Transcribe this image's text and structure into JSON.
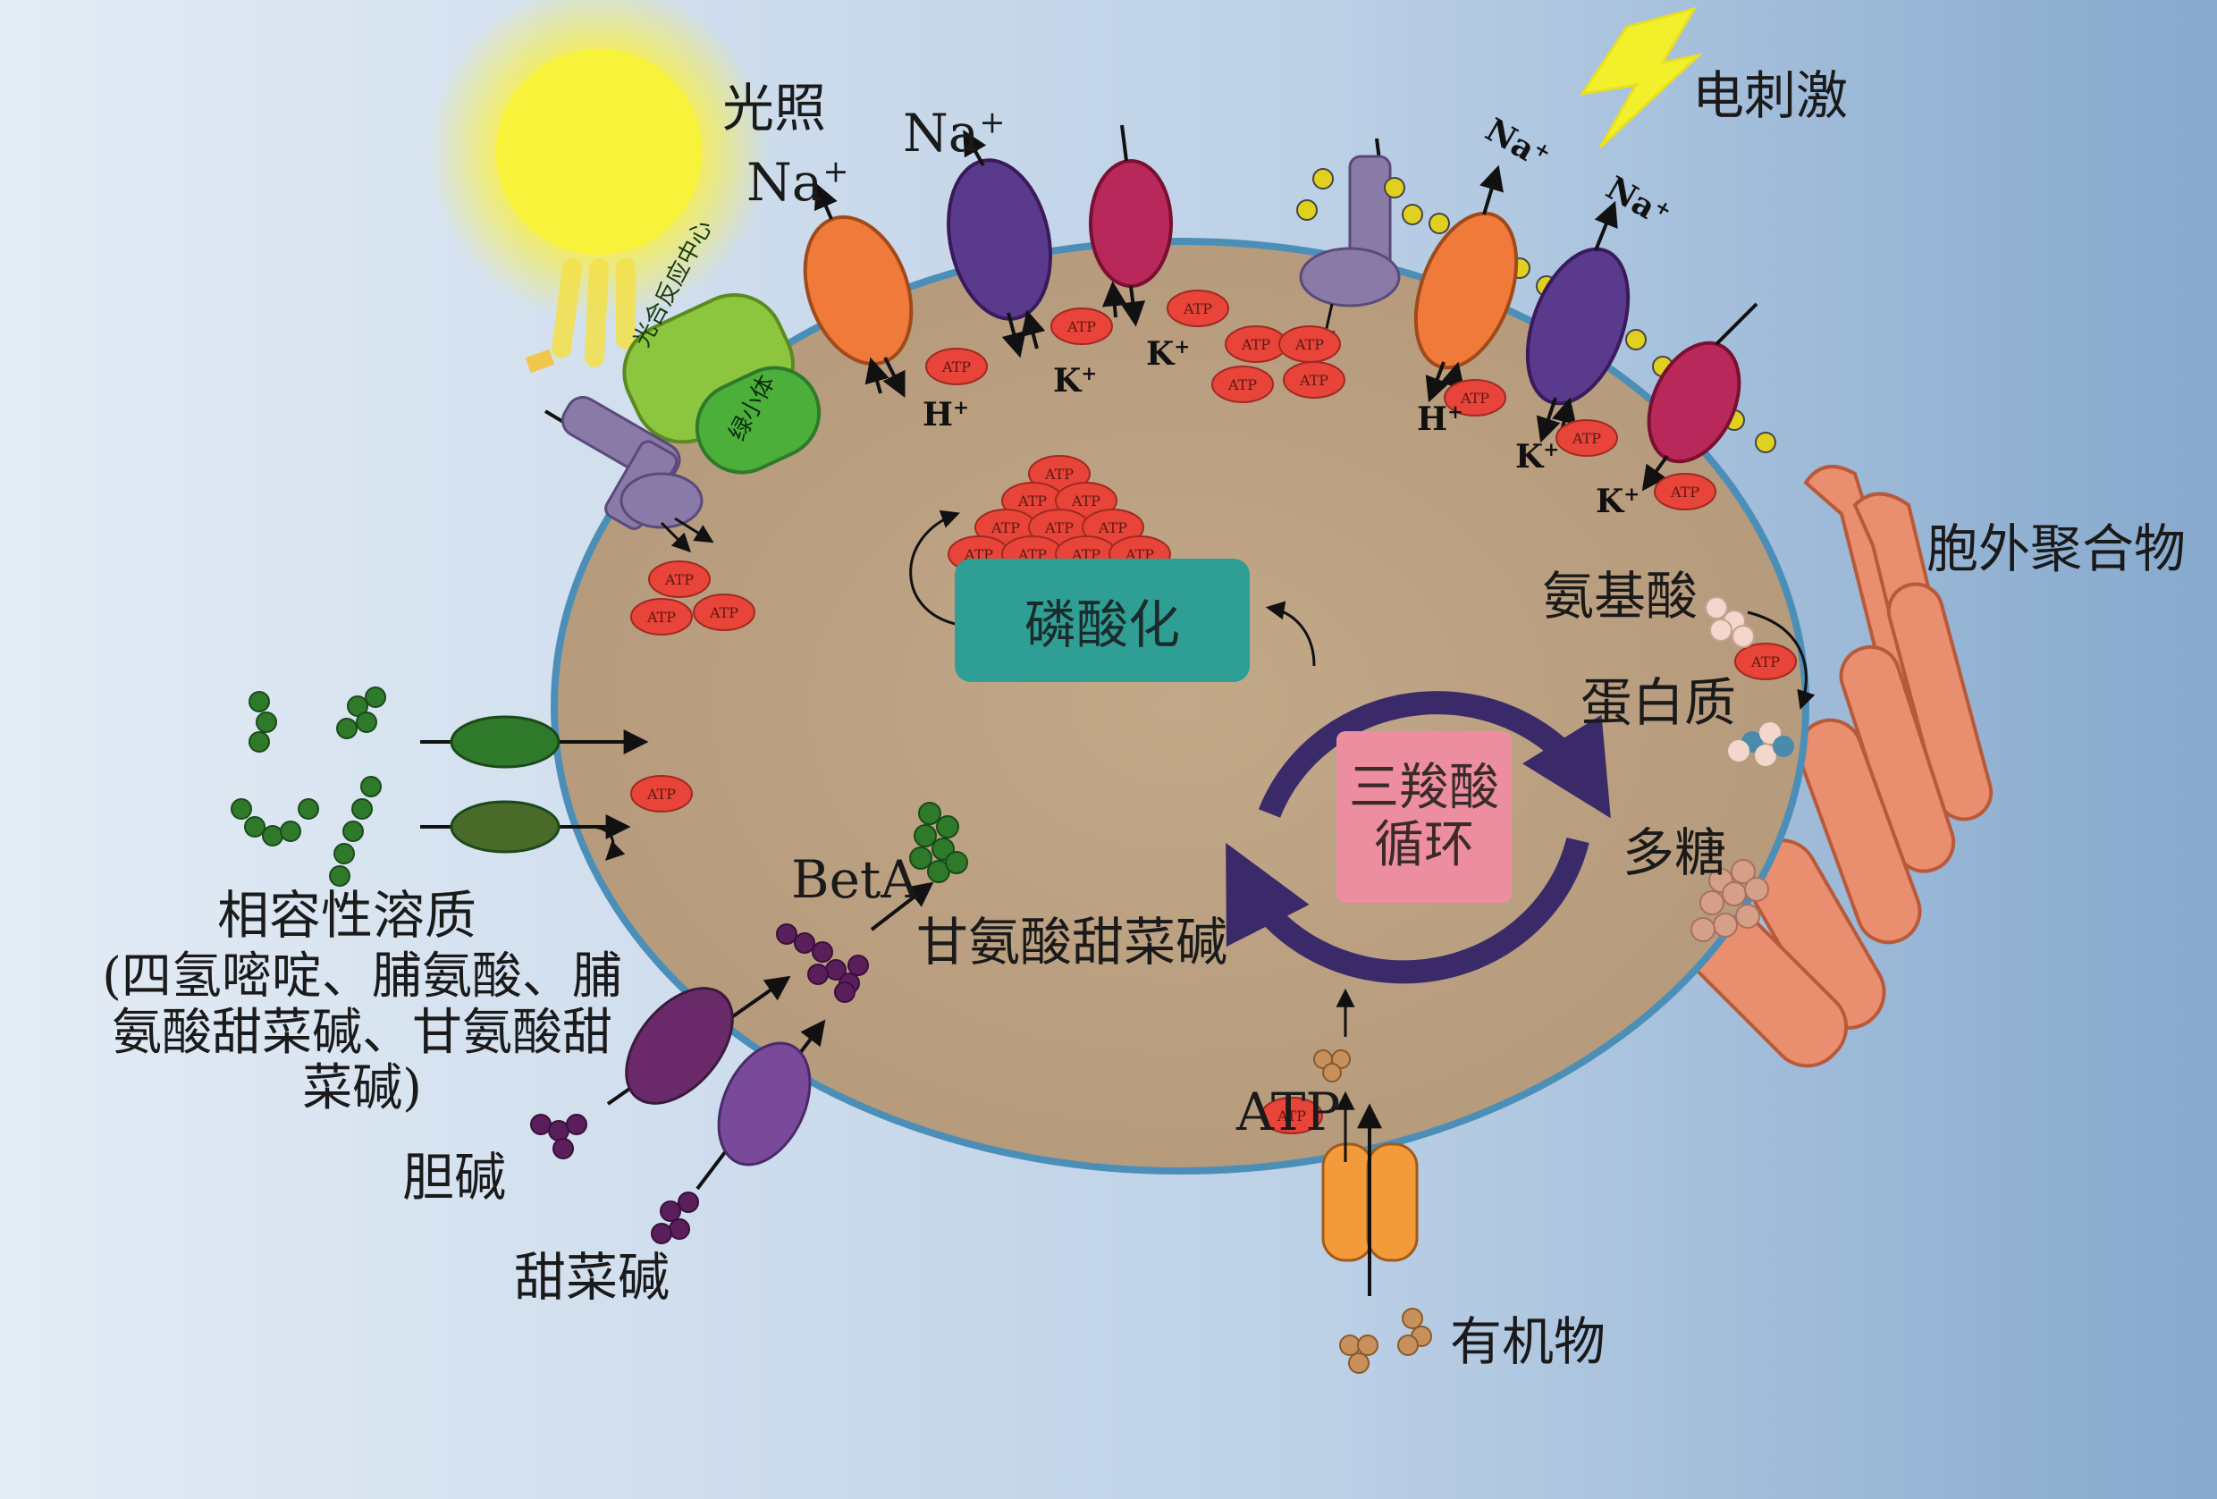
{
  "labels": {
    "light": "光照",
    "electric": "电刺激",
    "photosystem": "光合反应中心",
    "chlorosome": "绿小体",
    "phosphorylation": "磷酸化",
    "tca_line1": "三羧酸",
    "tca_line2": "循环",
    "amino_acid": "氨基酸",
    "protein": "蛋白质",
    "polysaccharide": "多糖",
    "eps": "胞外聚合物",
    "compatible_solutes": "相容性溶质",
    "compatible_solutes_list": "(四氢嘧啶、脯氨酸、脯氨酸甜菜碱、甘氨酸甜菜碱)",
    "beta": "BetA",
    "glycine_betaine": "甘氨酸甜菜碱",
    "choline": "胆碱",
    "betaine": "甜菜碱",
    "atp_big": "ATP",
    "organics": "有机物"
  },
  "ions": {
    "na": "Na",
    "h": "H",
    "k": "K",
    "plus": "+",
    "atp": "ATP"
  },
  "colors": {
    "background_left": "#dfe8f3",
    "background_right": "#8eb0d2",
    "cell_fill": "#b89d7a",
    "cell_membrane": "#4b8fb8",
    "sun": "#f7f03a",
    "lightning": "#f2f02a",
    "pump_orange": "#f07a3a",
    "pump_purple": "#5a3a8c",
    "pump_crimson": "#b8285a",
    "receptor": "#8a7aa8",
    "photosystem_green": "#8cc63f",
    "chlorosome_green": "#4caf3a",
    "atp_red": "#e8443a",
    "phosphorylation_box": "#2f9e94",
    "tca_box": "#ec8ea0",
    "tca_arrow": "#3a2a6a",
    "eps_salmon": "#e98e6e",
    "solute_green": "#2f7a2a",
    "betaine_purple": "#5a1f5a",
    "organic_tan": "#c8905a"
  }
}
